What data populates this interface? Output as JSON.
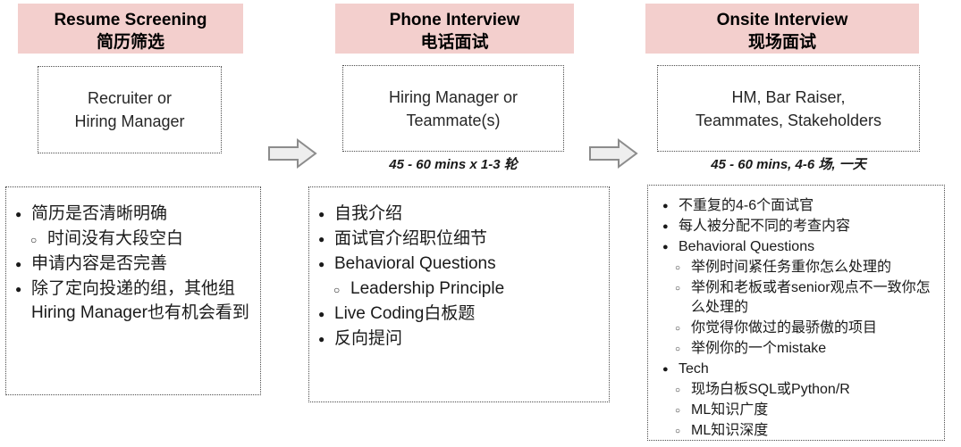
{
  "theme": {
    "header_bg": "#f3cfcd",
    "arrow_fill": "#eeeeee",
    "arrow_stroke": "#8c8c8c",
    "box_border": "#4d4d4d",
    "text": "#1a1a1a",
    "page_bg": "#ffffff"
  },
  "stages": [
    {
      "id": "resume-screening",
      "title_en": "Resume Screening",
      "title_cn": "简历筛选",
      "role": "Recruiter or\nHiring Manager",
      "role_lines": [
        "Recruiter or",
        "Hiring Manager"
      ],
      "duration": "",
      "details": [
        {
          "level": 1,
          "text": "简历是否清晰明确"
        },
        {
          "level": 2,
          "text": "时间没有大段空白"
        },
        {
          "level": 1,
          "text": "申请内容是否完善"
        },
        {
          "level": 1,
          "text": "除了定向投递的组，其他组Hiring Manager也有机会看到"
        }
      ]
    },
    {
      "id": "phone-interview",
      "title_en": "Phone Interview",
      "title_cn": "电话面试",
      "role_lines": [
        "Hiring Manager or",
        "Teammate(s)"
      ],
      "duration": "45 - 60 mins x 1-3 轮",
      "details": [
        {
          "level": 1,
          "text": "自我介绍"
        },
        {
          "level": 1,
          "text": "面试官介绍职位细节"
        },
        {
          "level": 1,
          "text": "Behavioral Questions"
        },
        {
          "level": 2,
          "text": "Leadership Principle"
        },
        {
          "level": 1,
          "text": "Live Coding白板题"
        },
        {
          "level": 1,
          "text": "反向提问"
        }
      ]
    },
    {
      "id": "onsite-interview",
      "title_en": "Onsite Interview",
      "title_cn": "现场面试",
      "role_lines": [
        "HM, Bar Raiser,",
        "Teammates, Stakeholders"
      ],
      "duration": "45 - 60 mins, 4-6 场,  一天",
      "details": [
        {
          "level": 1,
          "text": "不重复的4-6个面试官"
        },
        {
          "level": 1,
          "text": "每人被分配不同的考查内容"
        },
        {
          "level": 1,
          "text": "Behavioral Questions"
        },
        {
          "level": 2,
          "text": "举例时间紧任务重你怎么处理的"
        },
        {
          "level": 2,
          "text": "举例和老板或者senior观点不一致你怎么处理的"
        },
        {
          "level": 2,
          "text": "你觉得你做过的最骄傲的项目"
        },
        {
          "level": 2,
          "text": "举例你的一个mistake"
        },
        {
          "level": 1,
          "text": "Tech"
        },
        {
          "level": 2,
          "text": "现场白板SQL或Python/R"
        },
        {
          "level": 2,
          "text": "ML知识广度"
        },
        {
          "level": 2,
          "text": "ML知识深度"
        }
      ]
    }
  ],
  "arrows": [
    {
      "id": "arrow-1",
      "label": "flow-arrow-right"
    },
    {
      "id": "arrow-2",
      "label": "flow-arrow-right"
    }
  ]
}
